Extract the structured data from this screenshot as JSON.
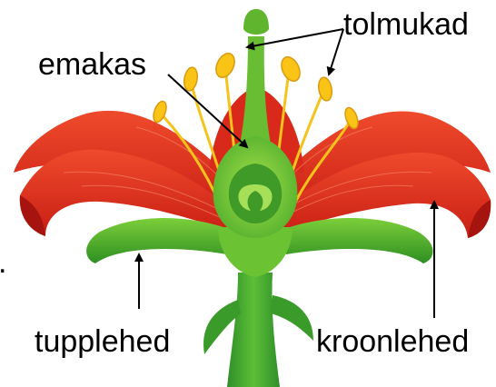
{
  "labels": {
    "stamens": "tolmukad",
    "pistil": "emakas",
    "sepals": "tupplehed",
    "petals": "kroonlehed",
    "stray_mark": "."
  },
  "colors": {
    "petal_red": "#e0301e",
    "petal_dark": "#b41410",
    "sepal_green": "#4caf2a",
    "pistil_green": "#7ccc30",
    "filament_yellow": "#f5c31c",
    "anther_yellow": "#f9c415"
  }
}
